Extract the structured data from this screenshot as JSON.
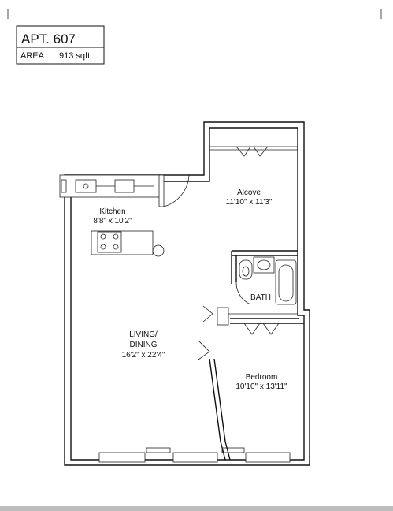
{
  "title_box": {
    "apartment": "APT.  607",
    "area_label": "AREA :",
    "area_value": "913 sqft"
  },
  "rooms": {
    "alcove": {
      "name": "Alcove",
      "size": "11'10\" x 11'3\""
    },
    "kitchen": {
      "name": "Kitchen",
      "size": "8'8\"  x 10'2\""
    },
    "bath": {
      "name": "BATH"
    },
    "living": {
      "name_line1": "LIVING/",
      "name_line2": "DINING",
      "size": "16'2\" x 22'4\""
    },
    "bedroom": {
      "name": "Bedroom",
      "size": "10'10\" x 13'11\""
    }
  },
  "colors": {
    "line": "#111111",
    "background": "#ffffff",
    "bottom_strip": "#bdbdbd"
  }
}
